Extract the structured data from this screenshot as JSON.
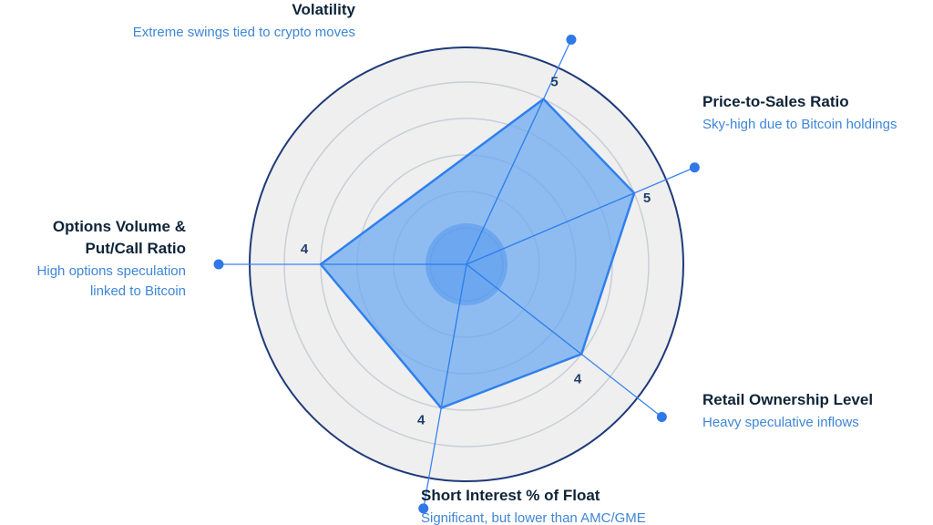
{
  "chart_data": {
    "type": "radar",
    "rmax": 5,
    "axes": [
      {
        "title_lines": [
          "Volatility"
        ],
        "description_lines": [
          "Extreme swings tied to crypto moves"
        ],
        "value": 5,
        "value_label": "5"
      },
      {
        "title_lines": [
          "Price-to-Sales Ratio"
        ],
        "description_lines": [
          "Sky-high due to Bitcoin holdings"
        ],
        "value": 5,
        "value_label": "5"
      },
      {
        "title_lines": [
          "Retail Ownership Level"
        ],
        "description_lines": [
          "Heavy speculative inflows"
        ],
        "value": 4,
        "value_label": "4"
      },
      {
        "title_lines": [
          "Short Interest % of Float"
        ],
        "description_lines": [
          "Significant, but lower than AMC/GME"
        ],
        "value": 4,
        "value_label": "4"
      },
      {
        "title_lines": [
          "Options Volume &",
          "Put/Call Ratio"
        ],
        "description_lines": [
          "High options speculation",
          "linked to Bitcoin"
        ],
        "value": 4,
        "value_label": "4"
      }
    ],
    "colors": {
      "outline": "#1f3a7a",
      "ring": "#c9ced8",
      "background": "#efefef",
      "fill": "#6aa8f0",
      "edge": "#2f80ed",
      "axis_line": "#3b82f6",
      "marker": "#2f78e8",
      "title": "#0f2438",
      "description": "#3f86d6",
      "value_label": "#1d3f6b"
    }
  }
}
